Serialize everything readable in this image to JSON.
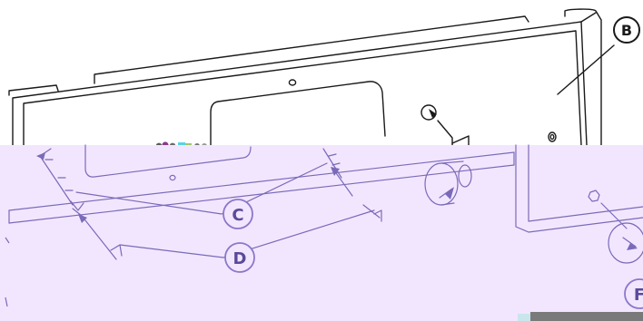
{
  "diagram": {
    "callouts": {
      "B": "B",
      "C": "C",
      "D": "D",
      "F": "F"
    },
    "colors": {
      "line_dark": "#1a1a1a",
      "overlay": "#f2e6ff",
      "line_overlay": "#7a6ab8",
      "callout_overlay_stroke": "#8a78c8",
      "callout_overlay_text": "#5a4a99",
      "artifact_bar": "#7a7a7a",
      "artifact_tail": "#c9e6ec"
    }
  }
}
